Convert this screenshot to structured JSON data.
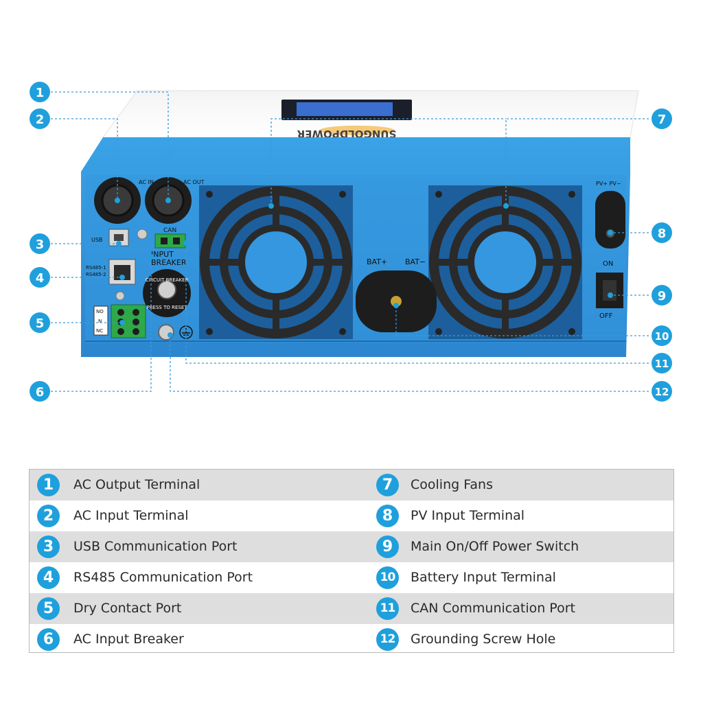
{
  "device": {
    "brand": "SUNGOLDPOWER",
    "port_labels": {
      "ac_in": "AC IN",
      "ac_out": "AC OUT",
      "usb": "USB",
      "can": "CAN",
      "input_breaker_line1": "INPUT",
      "input_breaker_line2": "BREAKER",
      "rs485_1": "RS485-1",
      "rs485_2": "RS485-2",
      "no": "NO",
      "n": "N",
      "nc": "NC",
      "breaker_top": "CIRCUIT BREAKER",
      "breaker_bottom": "PRESS TO RESET",
      "bat_plus": "BAT+",
      "bat_minus": "BAT−",
      "pv": "PV+ PV−",
      "on": "ON",
      "off": "OFF"
    }
  },
  "callouts": [
    "1",
    "2",
    "3",
    "4",
    "5",
    "6",
    "7",
    "8",
    "9",
    "10",
    "11",
    "12"
  ],
  "legend": [
    {
      "num": "1",
      "label": "AC Output Terminal"
    },
    {
      "num": "2",
      "label": "AC Input Terminal"
    },
    {
      "num": "3",
      "label": "USB Communication Port"
    },
    {
      "num": "4",
      "label": "RS485 Communication Port"
    },
    {
      "num": "5",
      "label": "Dry Contact Port"
    },
    {
      "num": "6",
      "label": "AC Input Breaker"
    },
    {
      "num": "7",
      "label": "Cooling Fans"
    },
    {
      "num": "8",
      "label": "PV Input Terminal"
    },
    {
      "num": "9",
      "label": "Main On/Off Power Switch"
    },
    {
      "num": "10",
      "label": "Battery Input Terminal"
    },
    {
      "num": "11",
      "label": "CAN Communication Port"
    },
    {
      "num": "12",
      "label": "Grounding Screw Hole"
    }
  ],
  "colors": {
    "accent": "#1fa0dc",
    "panel": "#2f8fd8",
    "dash": "#3a9bd8",
    "row_alt": "#dedede"
  }
}
